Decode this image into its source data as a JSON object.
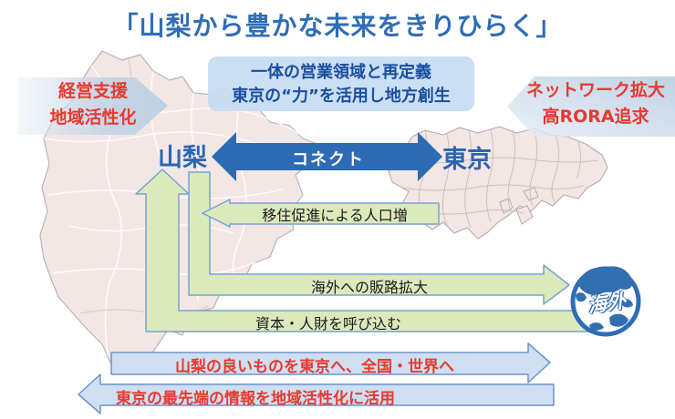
{
  "title": "「山梨から豊かな未来をきりひらく」",
  "callouts": {
    "left": {
      "line1": "経営支援",
      "line2": "地域活性化"
    },
    "right": {
      "line1": "ネットワーク拡大",
      "line2": "高RORA追求"
    }
  },
  "center_box": {
    "line1": "一体の営業領域と再定義",
    "line2": "東京の“力”を活用し地方創生"
  },
  "labels": {
    "yamanashi": "山梨",
    "tokyo": "東京",
    "connect": "コネクト",
    "overseas": "海外"
  },
  "flows": {
    "migration": "移住促進による人口増",
    "overseas_sales": "海外への販路拡大",
    "capital_talent": "資本・人財を呼び込む",
    "goods_to_tokyo": "山梨の良いものを東京へ、全国・世界へ",
    "info_from_tokyo": "東京の最先端の情報を地域活性化に活用"
  },
  "colors": {
    "title_blue": "#2f6db6",
    "accent_red": "#e8392f",
    "connect_arrow_blue": "#2d6bb5",
    "center_box_bg": "#c6dcf3",
    "center_box_text": "#1a4e9e",
    "green_arrow_fill": "#dce9bb",
    "green_arrow_stroke": "#74a3d6",
    "lightblue_arrow_fill": "#cfdff2",
    "lightblue_arrow_stroke": "#6d93cb",
    "map_fill": "#f2e7e4",
    "globe_blue": "#2e6cb8"
  }
}
